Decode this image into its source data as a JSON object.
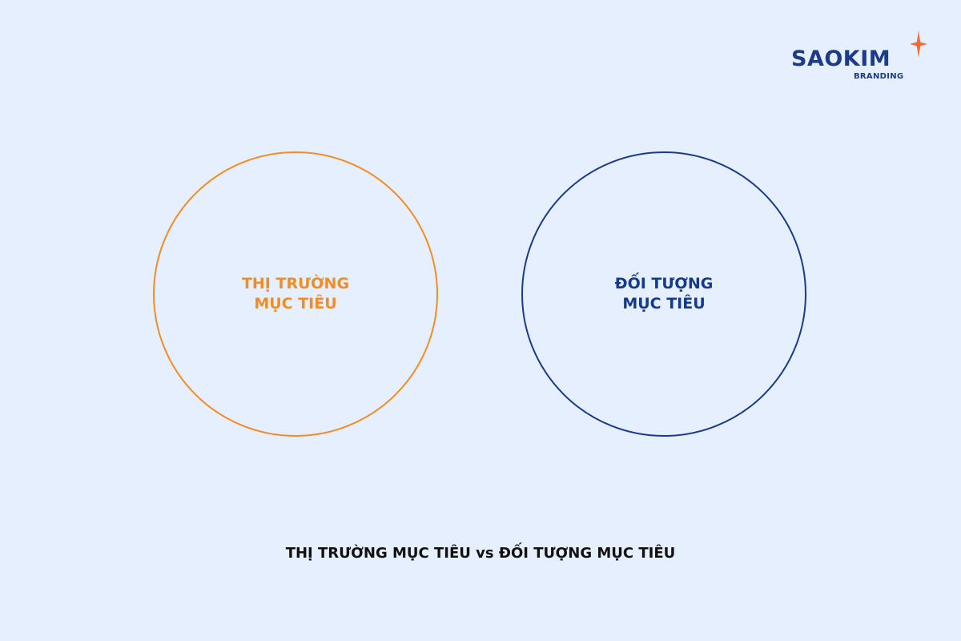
{
  "logo": {
    "wordmark": "SAOKIM",
    "subtitle": "BRANDING",
    "star_icon": "four-point-star-icon",
    "colors": {
      "text": "#1d3b86",
      "star": "#f26b3a"
    }
  },
  "diagram": {
    "left_circle": {
      "label": "THỊ TRƯỜNG\nMỤC TIÊU",
      "color": "#f28c28"
    },
    "right_circle": {
      "label": "ĐỐI TƯỢNG\nMỤC TIÊU",
      "color": "#1a3a8c"
    }
  },
  "caption": "THỊ TRƯỜNG MỤC TIÊU vs ĐỐI TƯỢNG MỤC TIÊU",
  "background_color": "#e6effd"
}
